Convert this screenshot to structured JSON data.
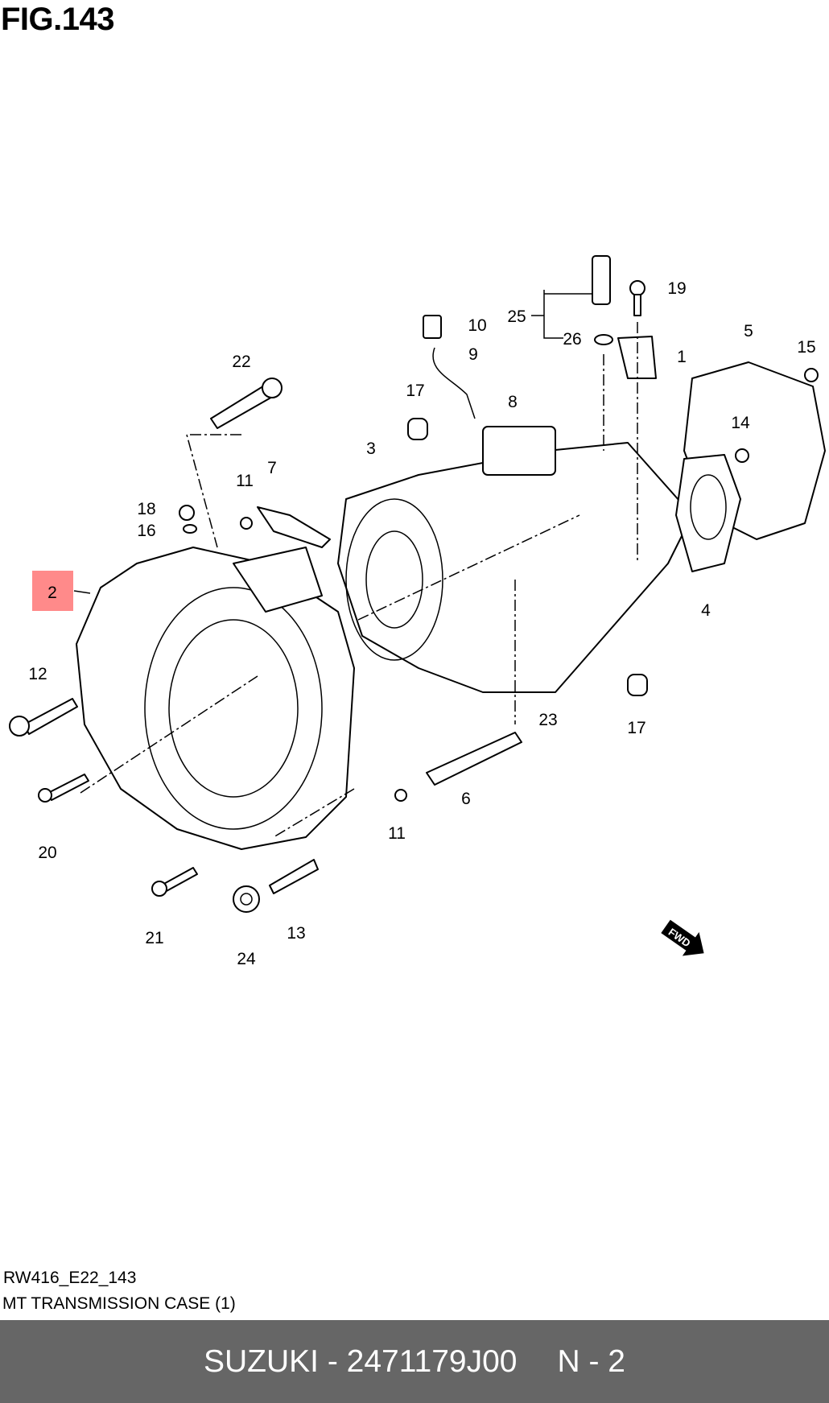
{
  "figure": {
    "title": "FIG.143"
  },
  "diagram": {
    "callouts": {
      "p1": "1",
      "p2": "2",
      "p3": "3",
      "p4": "4",
      "p5": "5",
      "p6": "6",
      "p7": "7",
      "p8": "8",
      "p9": "9",
      "p10": "10",
      "p11a": "11",
      "p11b": "11",
      "p12": "12",
      "p13": "13",
      "p14": "14",
      "p15": "15",
      "p16": "16",
      "p17a": "17",
      "p17b": "17",
      "p18": "18",
      "p19": "19",
      "p20": "20",
      "p21": "21",
      "p22": "22",
      "p23": "23",
      "p24": "24",
      "p25": "25",
      "p26": "26"
    },
    "highlighted_part": "2",
    "highlight_color": "#ff8a8a",
    "fwd_label": "FWD"
  },
  "caption": {
    "code": "RW416_E22_143",
    "title": "MT TRANSMISSION CASE (1)"
  },
  "footer": {
    "part": "SUZUKI - 2471179J00",
    "qty": "N - 2",
    "background": "#666666"
  }
}
